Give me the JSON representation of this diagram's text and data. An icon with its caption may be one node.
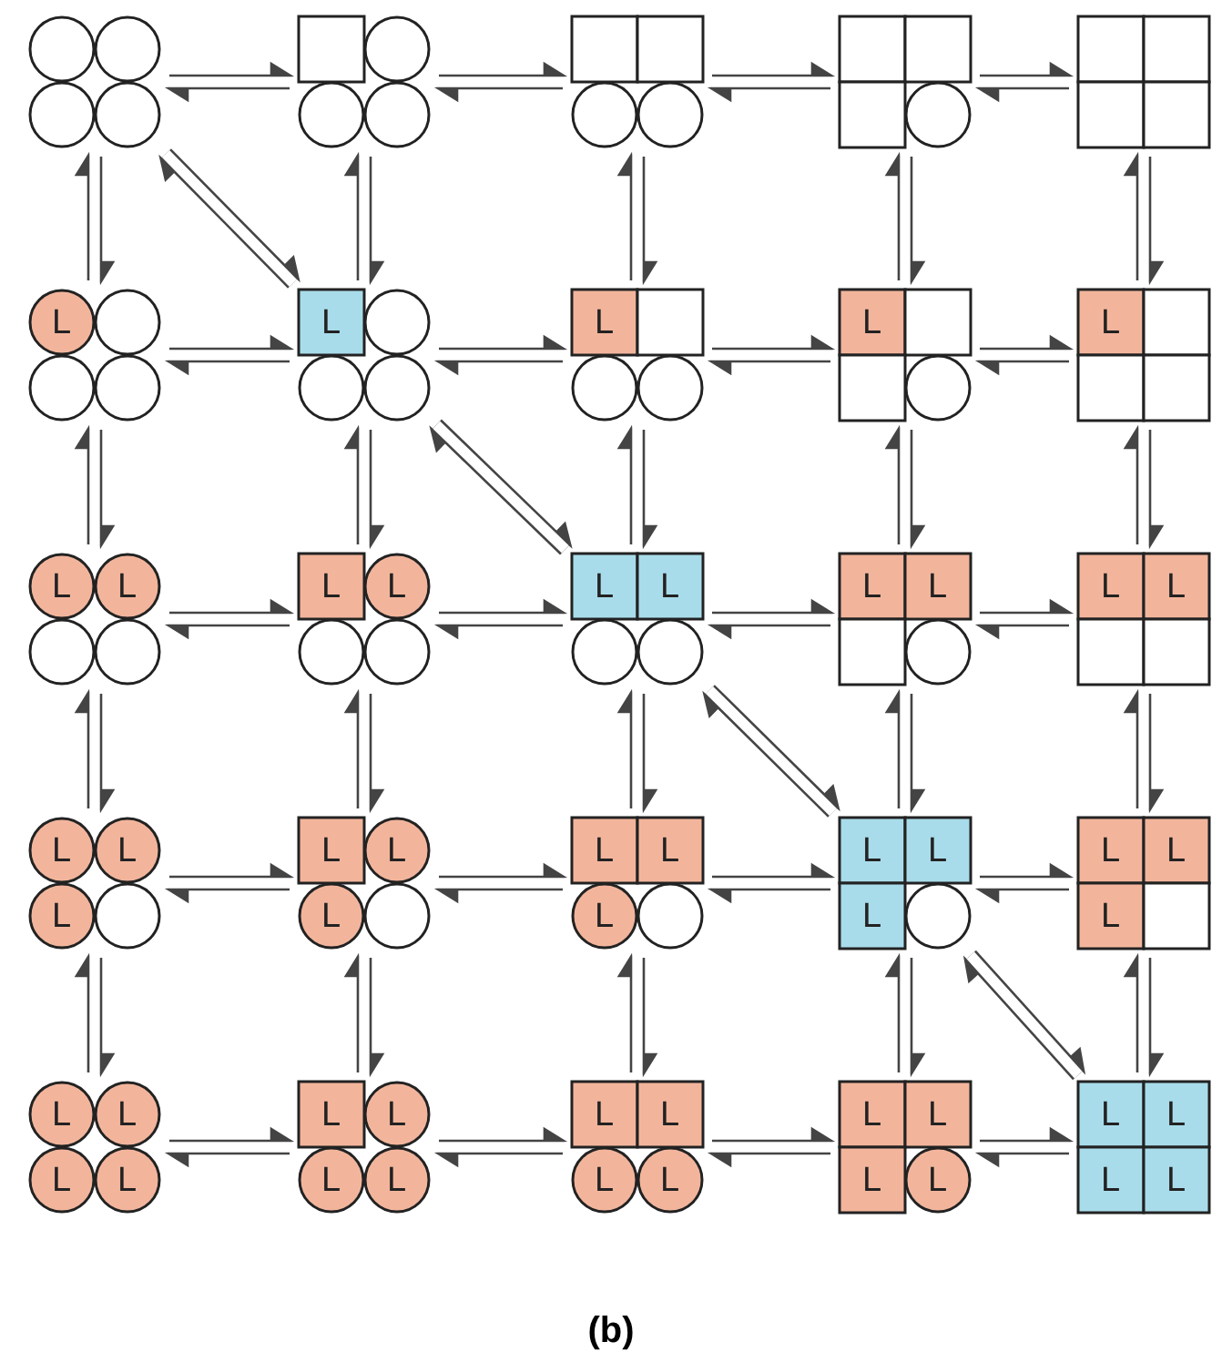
{
  "diagram": {
    "caption": "(b)",
    "nodes": [
      {
        "text": [],
        "shape": "circle"
      },
      {
        "text": [],
        "shape": "box"
      },
      {
        "text": [],
        "shape": "box"
      },
      {
        "text": [],
        "shape": "box"
      },
      {
        "text": [],
        "shape": "box"
      },
      {
        "text": [
          "L"
        ]
      },
      {
        "text": [
          "L"
        ]
      },
      {
        "text": [
          "L"
        ]
      },
      {
        "text": [
          "L"
        ]
      },
      {
        "text": [
          "L"
        ]
      },
      {
        "text": [
          "L",
          "L"
        ]
      },
      {
        "text": [
          "L",
          "L"
        ]
      },
      {
        "text": [
          "L",
          "L"
        ]
      },
      {
        "text": [
          "L",
          "L"
        ]
      },
      {
        "text": [
          "L",
          "L"
        ]
      },
      {
        "text": [
          "L",
          "L",
          "L"
        ]
      },
      {
        "text": [
          "L",
          "L",
          "L"
        ]
      },
      {
        "text": [
          "L",
          "L",
          "L"
        ]
      },
      {
        "text": [
          "L",
          "L",
          "L"
        ]
      },
      {
        "text": [
          "L",
          "L",
          "L"
        ]
      },
      {
        "text": [
          "L",
          "L",
          "L",
          "L"
        ]
      },
      {
        "text": [
          "L",
          "L",
          "L",
          "L"
        ]
      },
      {
        "text": [
          "L",
          "L",
          "L",
          "L"
        ]
      },
      {
        "text": [
          "L",
          "L",
          "L",
          "L"
        ]
      },
      {
        "text": [
          "L",
          "L",
          "L",
          "L"
        ]
      }
    ],
    "edges": [
      {
        "from": 0,
        "to": 1,
        "arrow": "both"
      },
      {
        "from": 1,
        "to": 2,
        "arrow": "both"
      },
      {
        "from": 2,
        "to": 3,
        "arrow": "both"
      },
      {
        "from": 3,
        "to": 4,
        "arrow": "both"
      },
      {
        "from": 5,
        "to": 6,
        "arrow": "both"
      },
      {
        "from": 6,
        "to": 7,
        "arrow": "both"
      },
      {
        "from": 7,
        "to": 8,
        "arrow": "both"
      },
      {
        "from": 8,
        "to": 9,
        "arrow": "both"
      },
      {
        "from": 10,
        "to": 11,
        "arrow": "both"
      },
      {
        "from": 11,
        "to": 12,
        "arrow": "both"
      },
      {
        "from": 12,
        "to": 13,
        "arrow": "both"
      },
      {
        "from": 13,
        "to": 14,
        "arrow": "both"
      },
      {
        "from": 15,
        "to": 16,
        "arrow": "both"
      },
      {
        "from": 16,
        "to": 17,
        "arrow": "both"
      },
      {
        "from": 17,
        "to": 18,
        "arrow": "both"
      },
      {
        "from": 18,
        "to": 19,
        "arrow": "both"
      },
      {
        "from": 20,
        "to": 21,
        "arrow": "both"
      },
      {
        "from": 21,
        "to": 22,
        "arrow": "both"
      },
      {
        "from": 22,
        "to": 23,
        "arrow": "both"
      },
      {
        "from": 23,
        "to": 24,
        "arrow": "both"
      },
      {
        "from": 0,
        "to": 5,
        "arrow": "both"
      },
      {
        "from": 1,
        "to": 6,
        "arrow": "both"
      },
      {
        "from": 2,
        "to": 7,
        "arrow": "both"
      },
      {
        "from": 3,
        "to": 8,
        "arrow": "both"
      },
      {
        "from": 4,
        "to": 9,
        "arrow": "both"
      },
      {
        "from": 5,
        "to": 10,
        "arrow": "both"
      },
      {
        "from": 6,
        "to": 11,
        "arrow": "both"
      },
      {
        "from": 7,
        "to": 12,
        "arrow": "both"
      },
      {
        "from": 8,
        "to": 13,
        "arrow": "both"
      },
      {
        "from": 9,
        "to": 14,
        "arrow": "both"
      },
      {
        "from": 10,
        "to": 15,
        "arrow": "both"
      },
      {
        "from": 11,
        "to": 16,
        "arrow": "both"
      },
      {
        "from": 12,
        "to": 17,
        "arrow": "both"
      },
      {
        "from": 13,
        "to": 18,
        "arrow": "both"
      },
      {
        "from": 14,
        "to": 19,
        "arrow": "both"
      },
      {
        "from": 15,
        "to": 20,
        "arrow": "both"
      },
      {
        "from": 16,
        "to": 21,
        "arrow": "both"
      },
      {
        "from": 17,
        "to": 22,
        "arrow": "both"
      },
      {
        "from": 18,
        "to": 23,
        "arrow": "both"
      },
      {
        "from": 19,
        "to": 24,
        "arrow": "both"
      },
      {
        "from": 0,
        "to": 6,
        "arrow": "both"
      },
      {
        "from": 6,
        "to": 12,
        "arrow": "both"
      },
      {
        "from": 12,
        "to": 18,
        "arrow": "both"
      },
      {
        "from": 18,
        "to": 24,
        "arrow": "both"
      }
    ]
  }
}
